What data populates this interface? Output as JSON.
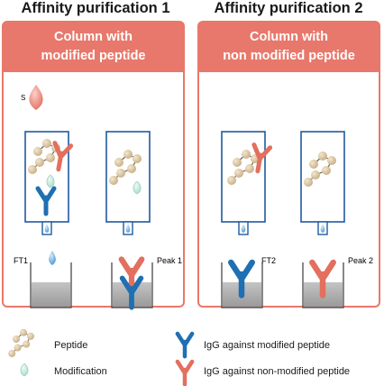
{
  "titles": {
    "left": "Affinity purification 1",
    "right": "Affinity purification 2"
  },
  "panels": {
    "left": {
      "line1": "Column with",
      "line2": "modified peptide"
    },
    "right": {
      "line1": "Column with",
      "line2": "non modified peptide"
    }
  },
  "labels": {
    "sample": "S",
    "ft1": "FT1",
    "peak1": "Peak 1",
    "ft2": "FT2",
    "peak2": "Peak 2"
  },
  "legend": {
    "peptide": "Peptide",
    "modification": "Modification",
    "igg_modified": "IgG against modified peptide",
    "igg_nonmodified": "IgG against non-modified peptide"
  },
  "colors": {
    "accent": "#e8786b",
    "igg_modified": "#1f6fb3",
    "igg_nonmodified": "#e36f5e",
    "peptide": "#d9c4a3",
    "modification": "#bfe6d8",
    "column_border": "#1f5aa0",
    "liquid": "#a9a9a9"
  }
}
